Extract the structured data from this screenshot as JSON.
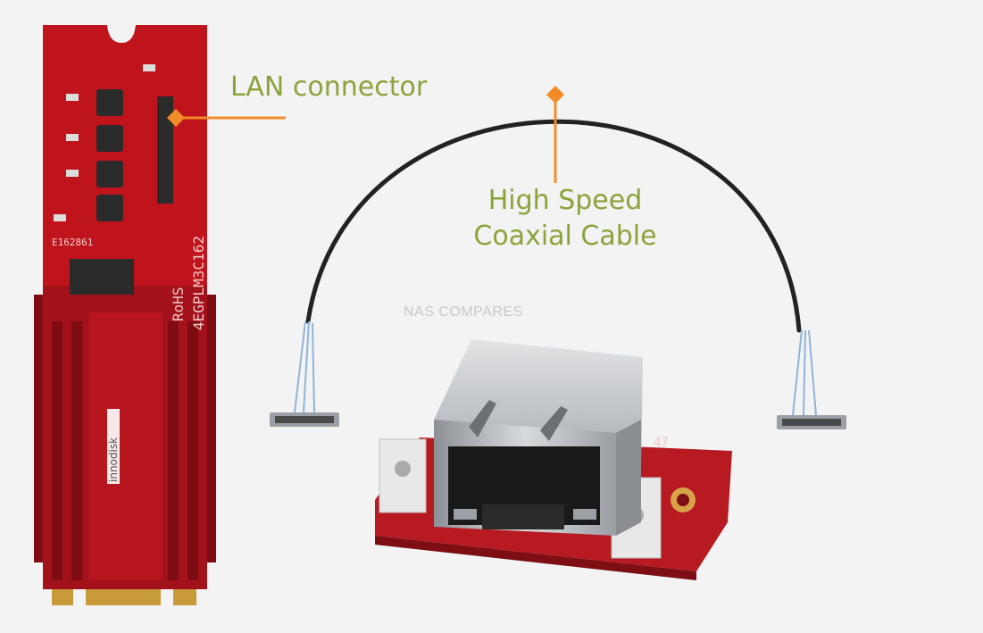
{
  "labels": {
    "lan_connector": "LAN connector",
    "coax_line1": "High Speed",
    "coax_line2": "Coaxial Cable"
  },
  "board": {
    "brand": "innodisk",
    "model": "4EGPLM3C162",
    "rohs": "RoHS",
    "cert": "E162861"
  },
  "jack_board_mark": "47",
  "watermark": "NAS COMPARES",
  "colors": {
    "background": "#f3f3f3",
    "label_green": "#8aa33a",
    "pointer_orange": "#f28c28",
    "pcb_red": "#c0141c",
    "heatsink_red": "#a3121a",
    "cable_black": "#222222"
  }
}
